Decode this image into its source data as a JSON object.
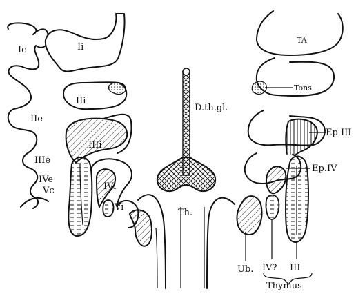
{
  "labels": {
    "left": {
      "Ie": "Ie",
      "Ii": "Ii",
      "IIi": "IIi",
      "IIe": "IIe",
      "IIIe": "IIIe",
      "IIIi": "IIIi",
      "IVe": "IVe",
      "Vc": "Vc",
      "IVi": "IVi",
      "Vi": "Vi"
    },
    "center": {
      "duct": "D.th.gl.",
      "thyroid": "Th."
    },
    "right": {
      "TA": "TA",
      "tonsil": "Tons.",
      "ep3": "Ep III",
      "ep4": "Ep.IV",
      "ub": "Ub.",
      "iv": "IV?",
      "iii": "III",
      "thymus": "Thymus"
    }
  }
}
